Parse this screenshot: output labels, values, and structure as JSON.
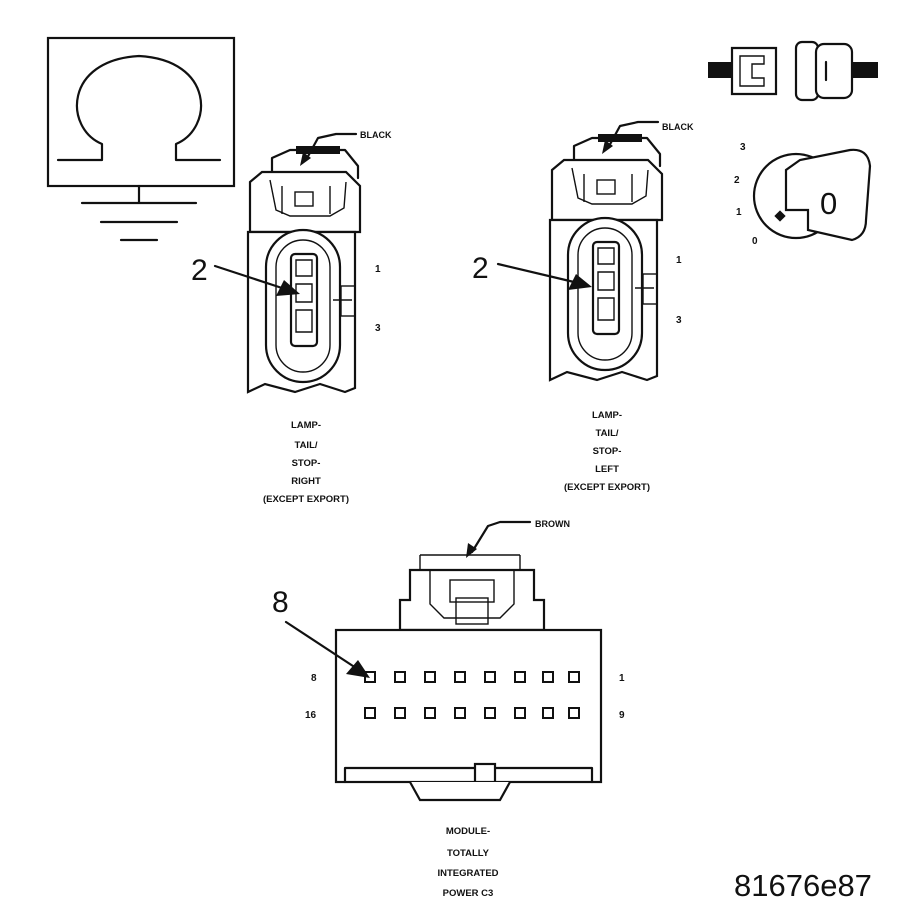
{
  "connector_left": {
    "color_label": "BLACK",
    "callout": "2",
    "pins": [
      "1",
      "3"
    ],
    "caption": [
      "LAMP-",
      "TAIL/",
      "STOP-",
      "RIGHT",
      "(EXCEPT EXPORT)"
    ]
  },
  "connector_right": {
    "color_label": "BLACK",
    "callout": "2",
    "pins": [
      "1",
      "3"
    ],
    "caption": [
      "LAMP-",
      "TAIL/",
      "STOP-",
      "LEFT",
      "(EXCEPT EXPORT)"
    ]
  },
  "connector_bottom": {
    "color_label": "BROWN",
    "callout": "8",
    "pins_row1": [
      "8",
      "1"
    ],
    "pins_row2": [
      "16",
      "9"
    ],
    "caption": [
      "MODULE-",
      "TOTALLY",
      "INTEGRATED",
      "POWER C3"
    ]
  },
  "ignition_switch": {
    "positions": [
      "3",
      "2",
      "1",
      "0"
    ],
    "key_label": "0"
  },
  "figure_id": "81676e87",
  "icons": [
    "ohmmeter-icon",
    "ground-icon",
    "connector-unplug-icon",
    "ignition-key-icon"
  ]
}
